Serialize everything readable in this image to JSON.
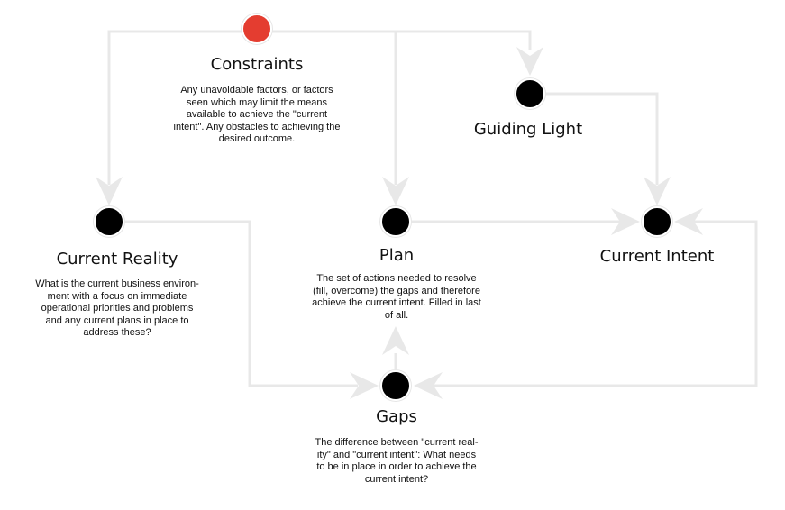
{
  "colors": {
    "start": "#e43d30",
    "node": "#000000",
    "edge": "#e8e8e8"
  },
  "nodes": {
    "constraints": {
      "title": "Constraints",
      "lines": [
        "Any unavoidable factors, or factors",
        "seen which may limit the means",
        "available to achieve the \"current",
        "intent\". Any obstacles to achieving the",
        "desired outcome."
      ]
    },
    "guiding_light": {
      "title": "Guiding Light"
    },
    "current_reality": {
      "title": "Current Reality",
      "lines": [
        "What is the current business environ-",
        "ment with a focus on immediate",
        "operational priorities and problems",
        "and any current plans in place to",
        "address these?"
      ]
    },
    "plan": {
      "title": "Plan",
      "lines": [
        "The set of actions needed to resolve",
        "(fill, overcome) the gaps and therefore",
        "achieve the current intent. Filled in last",
        "of all."
      ]
    },
    "current_intent": {
      "title": "Current Intent"
    },
    "gaps": {
      "title": "Gaps",
      "lines": [
        "The difference between \"current real-",
        "ity\" and \"current intent\": What needs",
        "to be in place in order to achieve the",
        "current intent?"
      ]
    }
  }
}
